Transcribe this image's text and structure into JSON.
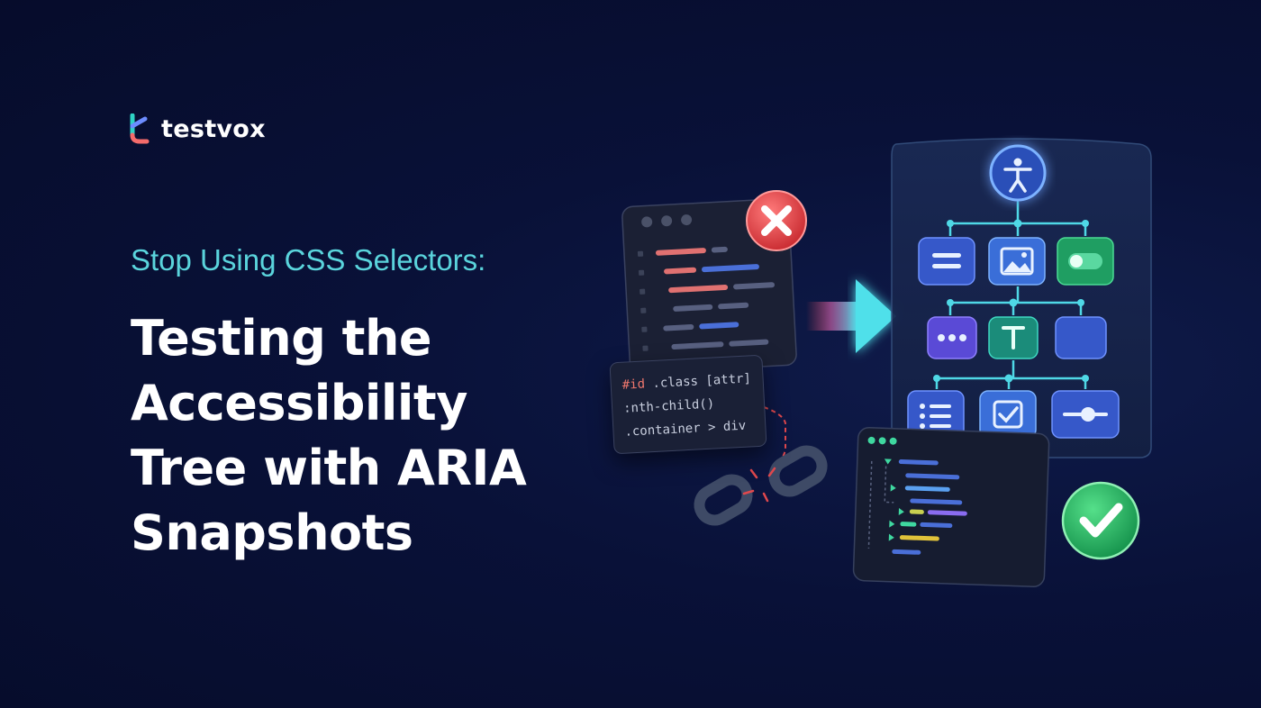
{
  "brand": {
    "name": "testvox",
    "icon": "testvox-logo-icon",
    "colors": [
      "#2fd3c4",
      "#6c8cff",
      "#f46b6b"
    ]
  },
  "hero": {
    "subtitle": "Stop Using CSS Selectors:",
    "headline": "Testing the Accessibility Tree with ARIA Snapshots"
  },
  "illustration": {
    "selector_code": [
      {
        "prefix": "#id",
        "rest": " .class [attr]"
      },
      {
        "prefix": "",
        "rest": ":nth-child()"
      },
      {
        "prefix": "",
        "rest": ".container > div"
      }
    ],
    "tree_node_icons": [
      "text-lines-icon",
      "image-icon",
      "toggle-icon",
      "more-dots-icon",
      "text-t-icon",
      "blank-node-icon",
      "list-icon",
      "checkbox-icon",
      "slider-icon"
    ],
    "accent_colors": {
      "teal": "#3fd8e6",
      "blue": "#4a6fe0",
      "green": "#22a867",
      "red": "#e0484d",
      "purple": "#6a58d8"
    }
  }
}
